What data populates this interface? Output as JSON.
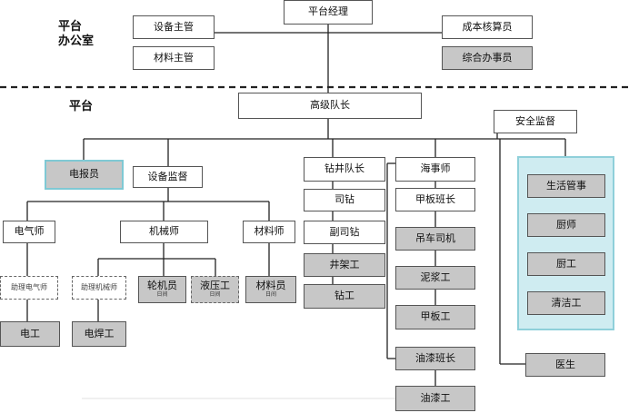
{
  "sections": {
    "office_line1": "平台",
    "office_line2": "办公室",
    "platform": "平台"
  },
  "office": {
    "manager": "平台经理",
    "equipment_supervisor": "设备主管",
    "materials_supervisor": "材料主管",
    "cost_accountant": "成本核算员",
    "general_clerk": "综合办事员"
  },
  "platform": {
    "senior_captain": "高级队长",
    "safety_supervisor": "安全监督",
    "radio_operator": "电报员",
    "equipment_supervisor": "设备监督",
    "electrician": "电气师",
    "mechanic": "机械师",
    "material_engineer": "材料师",
    "asst_electrician": "助理电气师",
    "asst_mechanic": "助理机械师",
    "turbine_operator": "轮机员",
    "turbine_operator_sub": "日间",
    "hydraulic_worker": "液压工",
    "hydraulic_worker_sub": "日间",
    "material_clerk": "材料员",
    "material_clerk_sub": "日间",
    "electrical_worker": "电工",
    "welder": "电焊工",
    "drilling_captain": "钻井队长",
    "driller": "司钻",
    "asst_driller": "副司钻",
    "derrickman": "井架工",
    "roughneck": "钻工",
    "marine_officer": "海事师",
    "deck_foreman": "甲板班长",
    "crane_operator": "吊车司机",
    "mud_worker": "泥浆工",
    "deck_worker": "甲板工",
    "paint_foreman": "油漆班长",
    "painter": "油漆工",
    "living_supervisor": "生活管事",
    "chef": "厨师",
    "cook": "厨工",
    "cleaner": "清洁工",
    "doctor": "医生"
  },
  "colors": {
    "gray_fill": "#c7c7c7",
    "panel_fill": "#cfecf1",
    "panel_border": "#8fd0da",
    "line": "#222222"
  }
}
